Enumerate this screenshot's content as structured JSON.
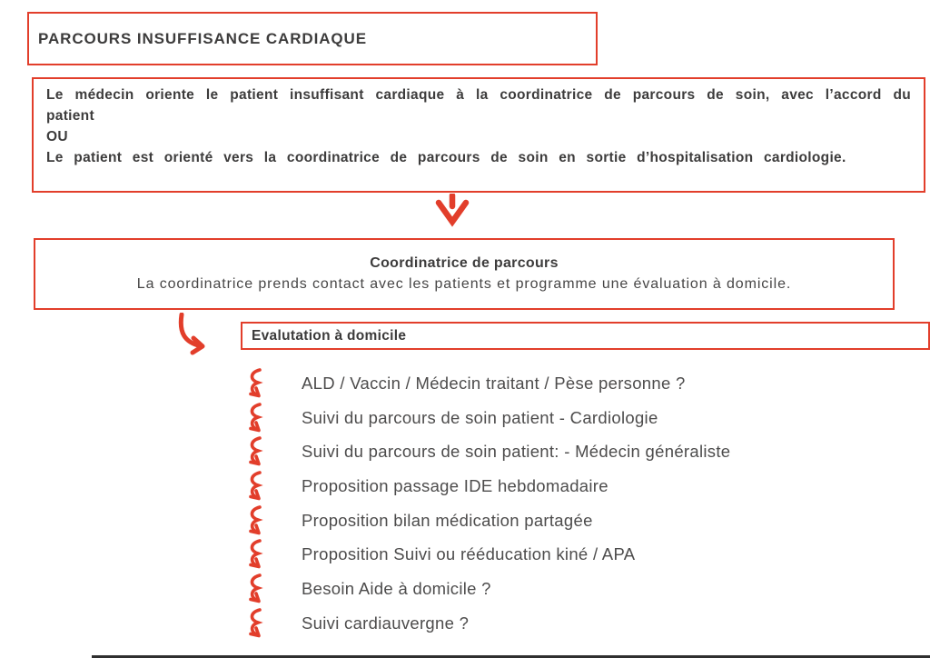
{
  "colors": {
    "accent": "#e23e2b",
    "heading_text": "#3d3c3c",
    "body_text": "#4d4c4c",
    "rule": "#2f2f2f"
  },
  "header": {
    "title": "PARCOURS INSUFFISANCE CARDIAQUE"
  },
  "orientation_box": {
    "paragraph1": "Le médecin oriente le patient insuffisant cardiaque à la coordinatrice de parcours de soin, avec l’accord du patient",
    "separator": "OU",
    "paragraph2": "Le patient est orienté vers la coordinatrice de parcours de soin en sortie d’hospitalisation cardiologie."
  },
  "coordinator_box": {
    "title": "Coordinatrice de parcours",
    "description": "La coordinatrice prends contact avec les patients et programme une évaluation à domicile."
  },
  "evaluation_box": {
    "title": "Evalutation à domicile"
  },
  "evaluation_list": {
    "items": [
      "ALD / Vaccin / Médecin traitant / Pèse personne ?",
      "Suivi du parcours de soin patient - Cardiologie",
      "Suivi du parcours de soin patient: - Médecin généraliste",
      "Proposition passage IDE hebdomadaire",
      "Proposition bilan médication partagée",
      "Proposition Suivi ou rééducation kiné / APA",
      "Besoin Aide à domicile ?",
      "Suivi cardiauvergne ?"
    ]
  },
  "icons": {
    "down_arrow": "↓",
    "branch_arrow": "⤷",
    "list_marker": "⤷"
  }
}
